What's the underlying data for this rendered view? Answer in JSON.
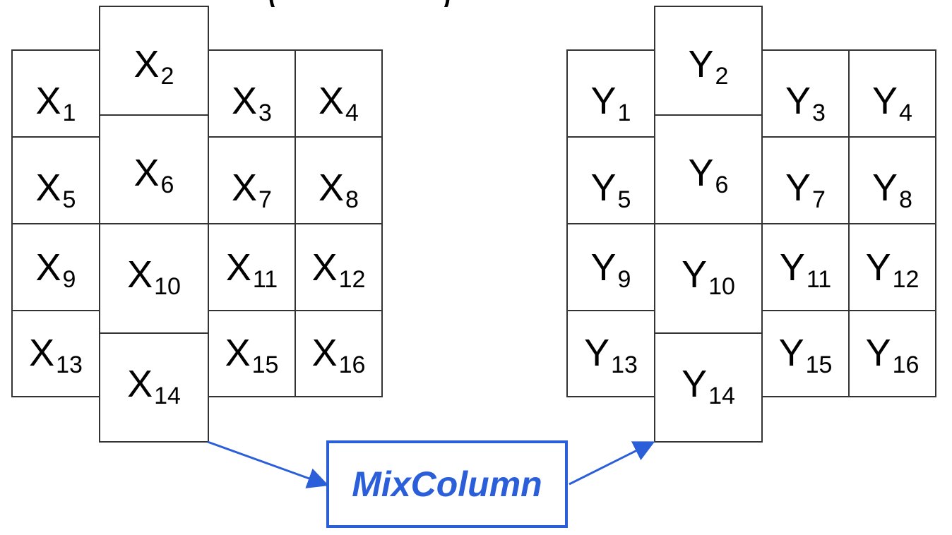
{
  "colors": {
    "cell_border": "#333333",
    "text": "#000000",
    "accent": "#2b5fd9"
  },
  "input_state": {
    "cells": [
      {
        "base": "X",
        "sub": "1"
      },
      {
        "base": "X",
        "sub": "2"
      },
      {
        "base": "X",
        "sub": "3"
      },
      {
        "base": "X",
        "sub": "4"
      },
      {
        "base": "X",
        "sub": "5"
      },
      {
        "base": "X",
        "sub": "6"
      },
      {
        "base": "X",
        "sub": "7"
      },
      {
        "base": "X",
        "sub": "8"
      },
      {
        "base": "X",
        "sub": "9"
      },
      {
        "base": "X",
        "sub": "10"
      },
      {
        "base": "X",
        "sub": "11"
      },
      {
        "base": "X",
        "sub": "12"
      },
      {
        "base": "X",
        "sub": "13"
      },
      {
        "base": "X",
        "sub": "14"
      },
      {
        "base": "X",
        "sub": "15"
      },
      {
        "base": "X",
        "sub": "16"
      }
    ]
  },
  "output_state": {
    "cells": [
      {
        "base": "Y",
        "sub": "1"
      },
      {
        "base": "Y",
        "sub": "2"
      },
      {
        "base": "Y",
        "sub": "3"
      },
      {
        "base": "Y",
        "sub": "4"
      },
      {
        "base": "Y",
        "sub": "5"
      },
      {
        "base": "Y",
        "sub": "6"
      },
      {
        "base": "Y",
        "sub": "7"
      },
      {
        "base": "Y",
        "sub": "8"
      },
      {
        "base": "Y",
        "sub": "9"
      },
      {
        "base": "Y",
        "sub": "10"
      },
      {
        "base": "Y",
        "sub": "11"
      },
      {
        "base": "Y",
        "sub": "12"
      },
      {
        "base": "Y",
        "sub": "13"
      },
      {
        "base": "Y",
        "sub": "14"
      },
      {
        "base": "Y",
        "sub": "15"
      },
      {
        "base": "Y",
        "sub": "16"
      }
    ]
  },
  "operation": {
    "label": "MixColumn"
  },
  "top_fragment": {
    "left": "(",
    "right": ")"
  }
}
